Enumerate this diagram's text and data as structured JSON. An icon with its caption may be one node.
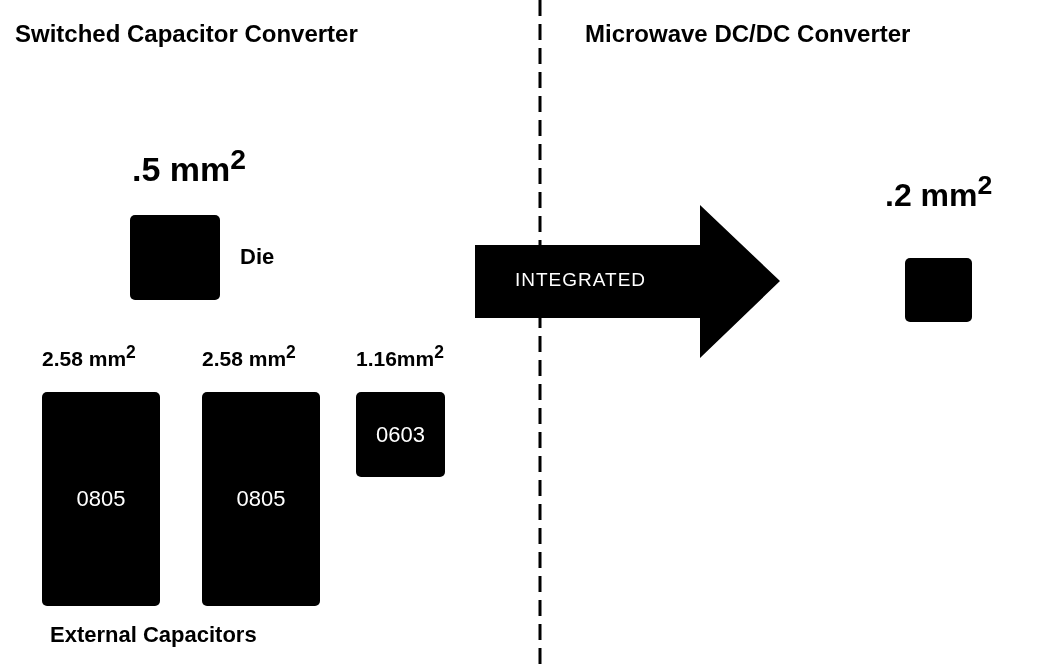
{
  "diagram": {
    "nodes": [
      {
        "text": [],
        "shape": "box",
        "beside": [
          ".5 mm$^{2}$",
          "Die"
        ]
      },
      {
        "text": [
          "0805"
        ],
        "beside": [
          "2.58 mm$^{2}$"
        ]
      },
      {
        "text": [
          "0805"
        ],
        "beside": [
          "2.58 mm$^{2}$"
        ]
      },
      {
        "text": [
          "0603"
        ],
        "beside": [
          "1.16mm$^{2}$"
        ]
      },
      {
        "text": [
          "INTEGRATED"
        ]
      },
      {
        "text": [],
        "shape": "box",
        "beside": [
          ".2 mm$^{2}$"
        ]
      }
    ],
    "labels": [
      "Switched Capacitor Converter",
      "Microwave DC/DC Converter",
      "External Capacitors"
    ]
  }
}
